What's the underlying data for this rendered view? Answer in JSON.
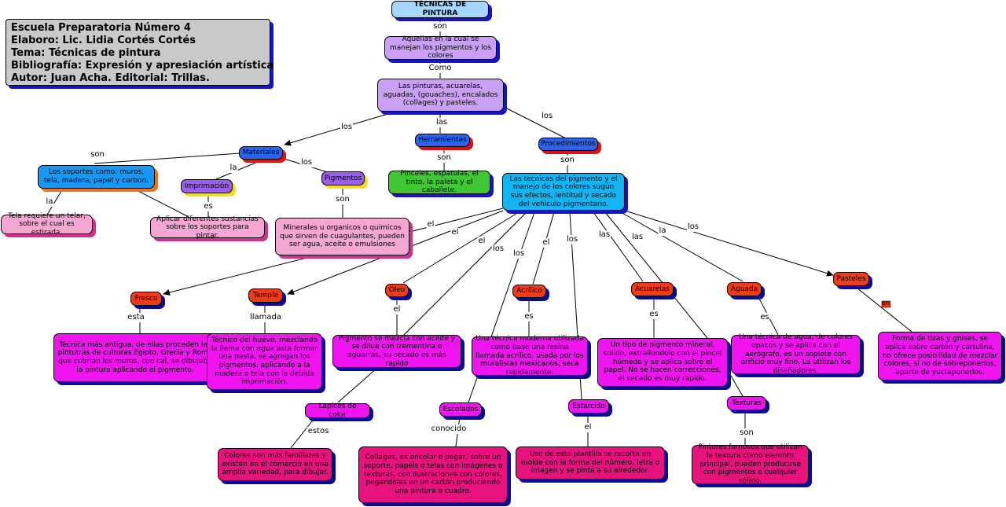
{
  "header": {
    "line1": "Escuela Preparatoria Número 4",
    "line2": "Elaboro: Lic. Lidia Cortés Cortés",
    "line3": "Tema: Técnicas de pintura",
    "line4": "Bibliografía: Expresión y apresiación artística",
    "line5": "Autor: Juan Acha. Editorial: Trillas."
  },
  "nodes": {
    "title": "TÉCNICAS DE PINTURA",
    "def": "Aquellas en la cual se manejan los pigmentos y los colores",
    "list": "Las pinturas, acuarelas, aguadas, (gouaches), encalados (collages) y pasteles.",
    "materiales": "Materiales",
    "herramientas": "Herramientas",
    "procedimientos": "Procedimientos",
    "soportes": "Los soportes como: muros, tela, madera, papel y carbon.",
    "imprimacion": "Imprimación",
    "pigmentos": "Pigmentos",
    "pinceles": "Pinceles, espatulas, el tinto, la paleta y el caballete.",
    "tecnicas_desc": "Las tecnicas del pigmento y el manejo de los colores sugún sus efectos, lentitud y secado del vehiculo pigmentario.",
    "tela": "Tela requiere un telar, sobre el cual es estirada.",
    "aplicar": "Aplicar diferentes sustancias sobre los soportes para pintar.",
    "minerales": "Minerales u organicos o quimicos que sirven de cuagulantes, pueden ser agua, aceite o emulsiones",
    "fresco": "Fresco",
    "temple": "Temple",
    "oleo": "Oleo",
    "acrilico": "Acrilico",
    "acuarelas": "Acuarelas",
    "aguada": "Aguada",
    "pasteles": "Pasteles",
    "fresco_desc": "Técnica más antigua, de ellas proceden las pintutras de culturas Egipto, Grecia y Roma que cubrian los muros, con cal, se dibujaba la pintura aplicando el pigmento.",
    "temple_desc": "Técnico del huevo, mezclando la liema con agua asta formar una pasta, se agregan los pigmentos, aplicando a la madera o tela con la debida imprimación.",
    "oleo_desc": "Pigmento se mezcla con aceite y se dilue con trementina o aguarras, su secado es más rapido",
    "acrilico_desc": "Una técnica moderna utilizada como base una resina llamada acrilico, usada por los muralistas mexicanos; seca rapidamente.",
    "acuarelas_desc": "Un tipo de pigmento mineral, solido, extrallendolo con el pincel húmedo y se aplica sobre el papel. No se hacen correcciones, el secado es muy rapido.",
    "aguada_desc": "Una técnica de agua, de colores opacos y se aplica con el aerógrafo, es un soplete con orificio muy fino. La utilizan los diseñadores.",
    "pasteles_desc": "Forma de tizas y gnises, se aplica sobre cartón y cartulina, no ofrece posibilidad de mezclar colores, si no de sobreponerlos, aparte de yuctaponerlos.",
    "lapices": "Lapices de color",
    "escolados": "Escolados",
    "estarcido": "Estarcido",
    "texturas": "Texturas",
    "lapices_desc": "Colores son más familiares y existen en el comercio en una amplia variedad, para dibujar.",
    "escolados_desc": "Collages, es encolar o pegar, sobre un soporte, papels o telas con imágenes o texturas, con ilustraciones con colores, pegandolas en un cartón produciendo una pintura o cuadro.",
    "estarcido_desc": "Uso de esta plantilla se recorta un molde con la forma del número, letra o imagen y se pinta a su alrededor.",
    "texturas_desc": "Pintores famosos que utilizan la textura como elemnto principal, pueden producirse con pigmentos o cualquier sólido."
  },
  "links": {
    "son1": "son",
    "como": "Como",
    "los1": "los",
    "las1": "las",
    "los2": "los",
    "son2": "son",
    "la1": "la",
    "los3": "los",
    "son3": "son",
    "son4": "son",
    "la2": "la",
    "es1": "es",
    "son5": "son",
    "el1": "el",
    "el2": "el",
    "el3": "el",
    "los4": "los",
    "los5": "los",
    "el4": "el",
    "los6": "los",
    "las2": "las",
    "las3": "las",
    "la3": "la",
    "los7": "los",
    "esta": "esta",
    "llamada": "llamada",
    "el5": "el",
    "es2": "es",
    "es3": "es",
    "es4": "es",
    "en": "en",
    "estos": "estos",
    "conocido": "conocido",
    "el6": "el",
    "son6": "son"
  }
}
